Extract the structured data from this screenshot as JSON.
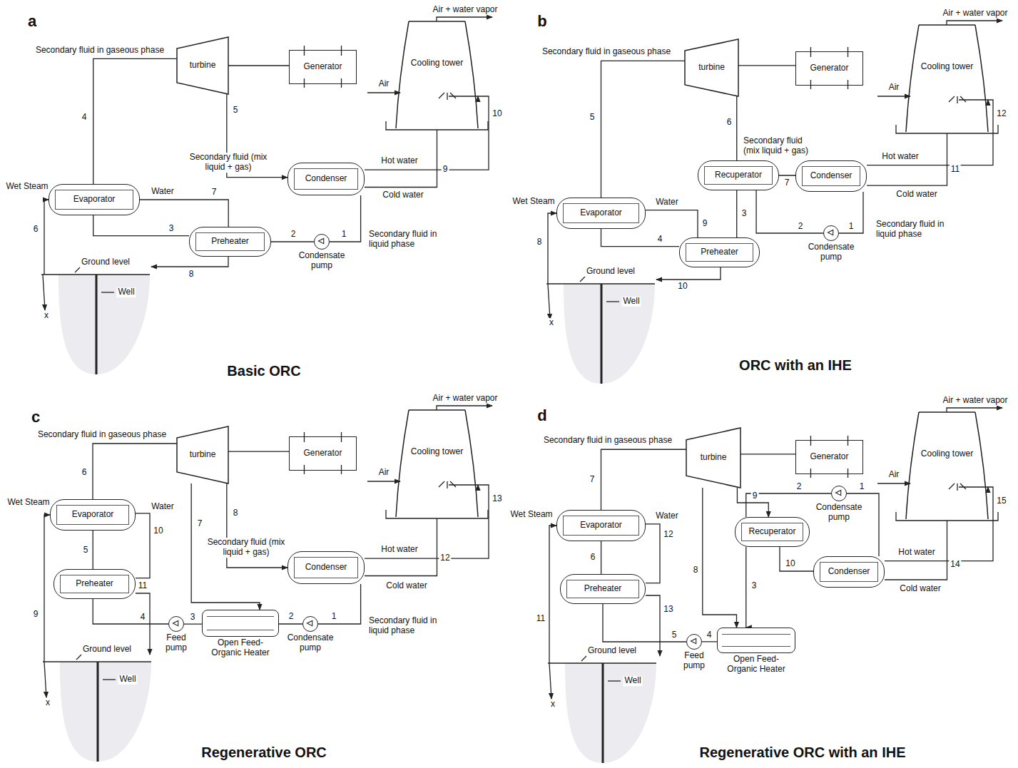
{
  "diagram": {
    "nodes": [
      {
        "text": [
          "turbine"
        ]
      },
      {
        "text": [
          "Generator"
        ]
      },
      {
        "text": [
          "Cooling tower"
        ]
      },
      {
        "text": [
          "Condenser"
        ]
      },
      {
        "text": [
          "Evaporator"
        ]
      },
      {
        "text": [
          "Preheater"
        ]
      },
      {
        "text": [
          "Condensate pump"
        ]
      },
      {
        "text": [
          "turbine"
        ]
      },
      {
        "text": [
          "Generator"
        ]
      },
      {
        "text": [
          "Cooling tower"
        ]
      },
      {
        "text": [
          "Recuperator"
        ]
      },
      {
        "text": [
          "Condenser"
        ]
      },
      {
        "text": [
          "Evaporator"
        ]
      },
      {
        "text": [
          "Preheater"
        ]
      },
      {
        "text": [
          "Condensate pump"
        ]
      },
      {
        "text": [
          "turbine"
        ]
      },
      {
        "text": [
          "Generator"
        ]
      },
      {
        "text": [
          "Cooling tower"
        ]
      },
      {
        "text": [
          "Evaporator"
        ]
      },
      {
        "text": [
          "Preheater"
        ]
      },
      {
        "text": [
          "Condenser"
        ]
      },
      {
        "text": [
          "Feed pump"
        ]
      },
      {
        "text": [
          "Open Feed- Organic Heater"
        ]
      },
      {
        "text": [
          "Condensate pump"
        ]
      },
      {
        "text": [
          "turbine"
        ]
      },
      {
        "text": [
          "Generator"
        ]
      },
      {
        "text": [
          "Cooling tower"
        ]
      },
      {
        "text": [
          "Evaporator"
        ]
      },
      {
        "text": [
          "Recuperator"
        ]
      },
      {
        "text": [
          "Condensate pump"
        ]
      },
      {
        "text": [
          "Condenser"
        ]
      },
      {
        "text": [
          "Preheater"
        ]
      },
      {
        "text": [
          "Feed pump"
        ]
      },
      {
        "text": [
          "Open Feed- Organic Heater"
        ]
      }
    ],
    "edges": [
      {
        "from": 4,
        "to": 0,
        "label": "4",
        "arrow": "none"
      },
      {
        "from": 0,
        "to": 1,
        "arrow": "none"
      },
      {
        "from": 0,
        "to": 3,
        "label": "5",
        "arrow": "to"
      },
      {
        "from": 3,
        "to": 6,
        "label": "1",
        "arrow": "none"
      },
      {
        "from": 6,
        "to": 5,
        "label": "2",
        "arrow": "none"
      },
      {
        "from": 5,
        "to": 4,
        "label": "3",
        "arrow": "none"
      },
      {
        "from": 4,
        "to": 5,
        "label": "7",
        "arrow": "none"
      },
      {
        "from": 3,
        "to": 2,
        "label": "10",
        "arrow": "to"
      },
      {
        "from": 2,
        "to": 3,
        "label": "9",
        "arrow": "none"
      },
      {
        "from": 12,
        "to": 7,
        "label": "5",
        "arrow": "none"
      },
      {
        "from": 7,
        "to": 8,
        "arrow": "none"
      },
      {
        "from": 7,
        "to": 10,
        "label": "6",
        "arrow": "none"
      },
      {
        "from": 10,
        "to": 11,
        "label": "7",
        "arrow": "none"
      },
      {
        "from": 11,
        "to": 14,
        "label": "1",
        "arrow": "none"
      },
      {
        "from": 14,
        "to": 10,
        "label": "2",
        "arrow": "none"
      },
      {
        "from": 10,
        "to": 13,
        "label": "3",
        "arrow": "none"
      },
      {
        "from": 13,
        "to": 12,
        "label": "4",
        "arrow": "none"
      },
      {
        "from": 12,
        "to": 13,
        "label": "9",
        "arrow": "none"
      },
      {
        "from": 11,
        "to": 9,
        "label": "12",
        "arrow": "to"
      },
      {
        "from": 9,
        "to": 11,
        "label": "11",
        "arrow": "none"
      },
      {
        "from": 18,
        "to": 15,
        "label": "6",
        "arrow": "none"
      },
      {
        "from": 15,
        "to": 16,
        "arrow": "none"
      },
      {
        "from": 15,
        "to": 22,
        "label": "7",
        "arrow": "to"
      },
      {
        "from": 15,
        "to": 20,
        "label": "8",
        "arrow": "to"
      },
      {
        "from": 20,
        "to": 23,
        "label": "1",
        "arrow": "none"
      },
      {
        "from": 23,
        "to": 22,
        "label": "2",
        "arrow": "none"
      },
      {
        "from": 22,
        "to": 21,
        "label": "3",
        "arrow": "none"
      },
      {
        "from": 21,
        "to": 19,
        "label": "4",
        "arrow": "none"
      },
      {
        "from": 19,
        "to": 18,
        "label": "5",
        "arrow": "none"
      },
      {
        "from": 18,
        "to": 19,
        "label": "10",
        "arrow": "none"
      },
      {
        "from": 20,
        "to": 17,
        "label": "13",
        "arrow": "to"
      },
      {
        "from": 17,
        "to": 20,
        "label": "12",
        "arrow": "none"
      },
      {
        "from": 27,
        "to": 24,
        "label": "7",
        "arrow": "none"
      },
      {
        "from": 24,
        "to": 25,
        "arrow": "none"
      },
      {
        "from": 24,
        "to": 33,
        "label": "8",
        "arrow": "to"
      },
      {
        "from": 24,
        "to": 28,
        "label": "9",
        "arrow": "to"
      },
      {
        "from": 28,
        "to": 30,
        "label": "10",
        "arrow": "none"
      },
      {
        "from": 30,
        "to": 29,
        "label": "1",
        "arrow": "none"
      },
      {
        "from": 29,
        "to": 28,
        "label": "2",
        "arrow": "none"
      },
      {
        "from": 28,
        "to": 33,
        "label": "3",
        "arrow": "to"
      },
      {
        "from": 33,
        "to": 32,
        "label": "4",
        "arrow": "none"
      },
      {
        "from": 32,
        "to": 31,
        "label": "5",
        "arrow": "none"
      },
      {
        "from": 31,
        "to": 27,
        "label": "6",
        "arrow": "none"
      },
      {
        "from": 27,
        "to": 31,
        "label": "12",
        "arrow": "none"
      },
      {
        "from": 30,
        "to": 26,
        "label": "15",
        "arrow": "to"
      },
      {
        "from": 26,
        "to": 30,
        "label": "14",
        "arrow": "none"
      }
    ],
    "labels": [
      "a",
      "Secondary fluid in gaseous phase",
      "Secondary fluid (mix liquid + gas)",
      "Air + water vapor",
      "Air",
      "Hot water",
      "Cold water",
      "Water",
      "Wet Steam",
      "6",
      "Ground level",
      "8",
      "Secondary fluid in liquid phase",
      "Well",
      "x",
      "Basic ORC",
      "b",
      "Secondary fluid in gaseous phase",
      "Secondary fluid (mix liquid + gas)",
      "Air + water vapor",
      "Air",
      "Hot water",
      "Cold water",
      "Secondary fluid in liquid phase",
      "Water",
      "Wet Steam",
      "8",
      "Ground level",
      "10",
      "Well",
      "x",
      "ORC with an IHE",
      "c",
      "Secondary fluid in gaseous phase",
      "Air + water vapor",
      "Air",
      "Water",
      "Wet Steam",
      "Secondary fluid (mix liquid + gas)",
      "Hot water",
      "Cold water",
      "Secondary fluid in liquid phase",
      "11",
      "9",
      "Ground level",
      "Well",
      "x",
      "Regenerative ORC",
      "d",
      "Secondary fluid in gaseous phase",
      "Air + water vapor",
      "Air",
      "Water",
      "Wet Steam",
      "Hot water",
      "Cold water",
      "13",
      "11",
      "Ground level",
      "Well",
      "x",
      "Regenerative ORC with an IHE"
    ]
  }
}
